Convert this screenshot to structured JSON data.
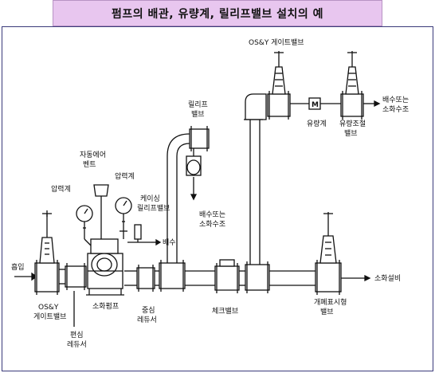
{
  "title": "펌프의 배관, 유량계, 릴리프밸브 설치의 예",
  "labels": {
    "suction": "흡입",
    "osy_gate_left_1": "OS&Y",
    "osy_gate_left_2": "게이트밸브",
    "osy_gate_top": "OS&Y 게이트밸브",
    "pressure_gauge_left": "압력계",
    "pressure_gauge_right": "압력계",
    "auto_air_vent_1": "자동에어",
    "auto_air_vent_2": "벤트",
    "casing_relief_1": "케이싱",
    "casing_relief_2": "릴리프밸브",
    "drain_small": "배수",
    "fire_pump": "소화펌프",
    "concentric_reducer_1": "중심",
    "concentric_reducer_2": "레듀서",
    "eccentric_reducer_1": "편심",
    "eccentric_reducer_2": "레듀서",
    "check_valve": "체크밸브",
    "relief_valve_1": "릴리프",
    "relief_valve_2": "밸브",
    "drain_tank_mid_1": "배수또는",
    "drain_tank_mid_2": "소화수조",
    "flow_meter": "유량계",
    "flow_meter_symbol": "M",
    "flow_control_1": "유량조절",
    "flow_control_2": "밸브",
    "drain_tank_right_1": "배수또는",
    "drain_tank_right_2": "소화수조",
    "fire_equipment": "소화설비",
    "indicator_valve_1": "개폐표시형",
    "indicator_valve_2": "밸브"
  }
}
